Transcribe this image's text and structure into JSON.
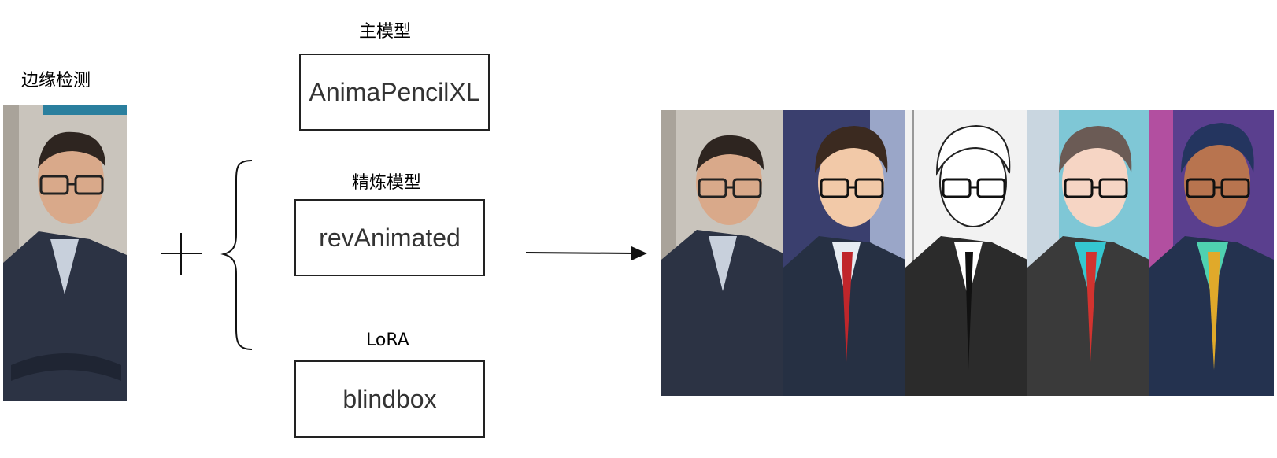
{
  "labels": {
    "edge_detection": "边缘检测",
    "main_model": "主模型",
    "refiner_model": "精炼模型",
    "lora": "LoRA"
  },
  "models": {
    "main": "AnimaPencilXL",
    "refiner": "revAnimated",
    "lora": "blindbox"
  },
  "input_image": {
    "style": "photo"
  },
  "output_images": [
    {
      "style": "photo"
    },
    {
      "style": "anime"
    },
    {
      "style": "sketch"
    },
    {
      "style": "pastel"
    },
    {
      "style": "3d"
    }
  ]
}
